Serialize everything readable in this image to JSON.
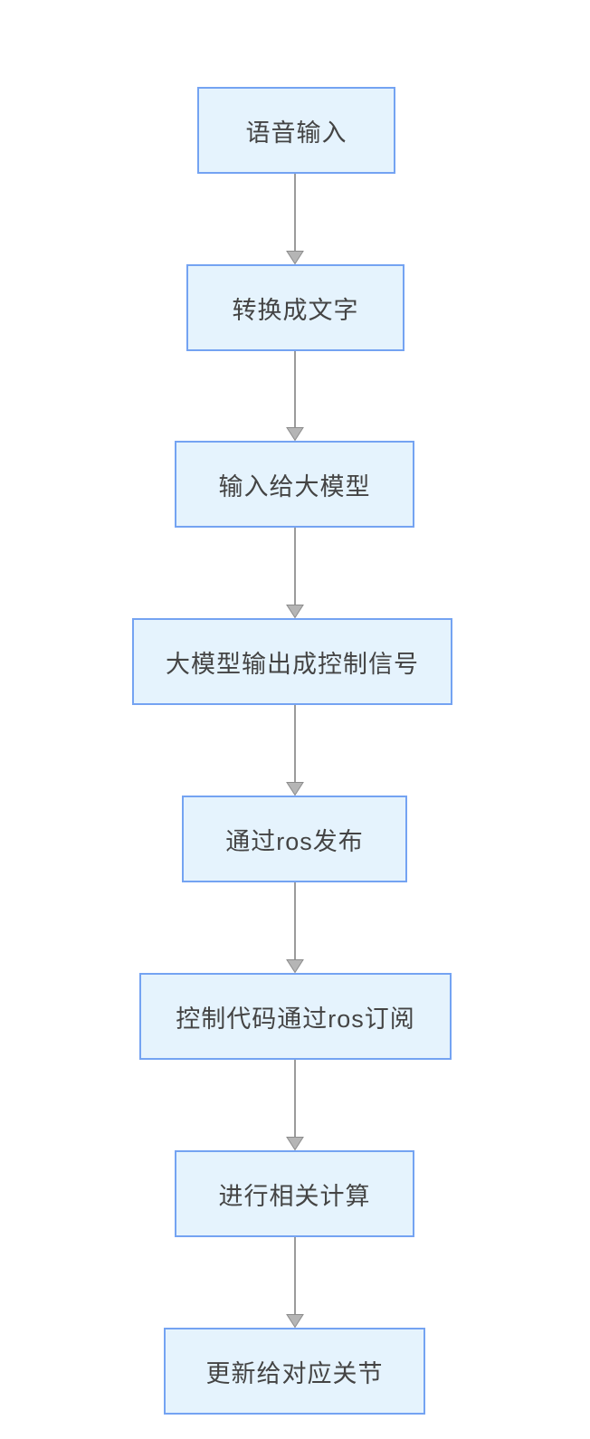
{
  "flowchart": {
    "direction": "top-down",
    "steps": [
      {
        "id": "voice-input",
        "label": "语音输入"
      },
      {
        "id": "speech-to-text",
        "label": "转换成文字"
      },
      {
        "id": "input-to-llm",
        "label": "输入给大模型"
      },
      {
        "id": "llm-output-control-signal",
        "label": "大模型输出成控制信号"
      },
      {
        "id": "ros-publish",
        "label": "通过ros发布"
      },
      {
        "id": "ros-subscribe",
        "label": "控制代码通过ros订阅"
      },
      {
        "id": "compute",
        "label": "进行相关计算"
      },
      {
        "id": "update-joints",
        "label": "更新给对应关节"
      }
    ],
    "edges": [
      {
        "from": "voice-input",
        "to": "speech-to-text"
      },
      {
        "from": "speech-to-text",
        "to": "input-to-llm"
      },
      {
        "from": "input-to-llm",
        "to": "llm-output-control-signal"
      },
      {
        "from": "llm-output-control-signal",
        "to": "ros-publish"
      },
      {
        "from": "ros-publish",
        "to": "ros-subscribe"
      },
      {
        "from": "ros-subscribe",
        "to": "compute"
      },
      {
        "from": "compute",
        "to": "update-joints"
      }
    ],
    "colors": {
      "background": "#FFFFFF",
      "node_fill": "#E5F3FD",
      "node_border": "#74A3F2",
      "text": "#444444",
      "arrow_line": "#9B9B9B",
      "arrowhead_fill": "#B5B5B5",
      "arrowhead_stroke": "#8C8C8C"
    }
  }
}
